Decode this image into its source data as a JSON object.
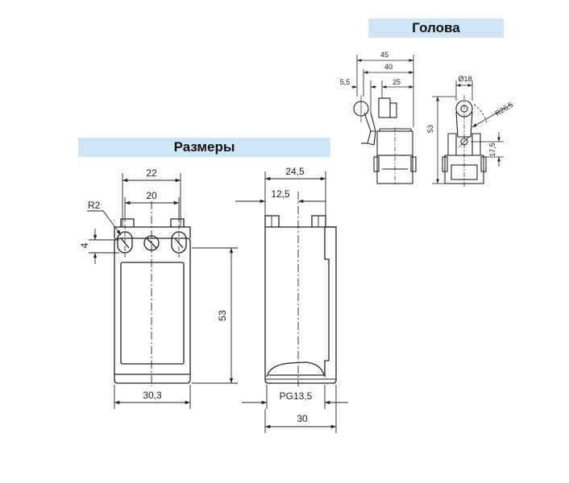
{
  "headings": {
    "head": "Голова",
    "dimensions": "Размеры"
  },
  "main_front": {
    "dim_22": "22",
    "dim_20": "20",
    "dim_r2": "R2",
    "dim_4": "4",
    "dim_53": "53",
    "dim_30_3": "30,3"
  },
  "main_side": {
    "dim_24_5": "24,5",
    "dim_12_5": "12,5",
    "dim_pg": "PG13,5",
    "dim_30": "30"
  },
  "head_side": {
    "dim_45": "45",
    "dim_40": "40",
    "dim_5_5": "5,5",
    "dim_25": "25"
  },
  "head_front": {
    "dim_d18": "Ø18",
    "dim_r26_5": "R26,5",
    "dim_53": "53",
    "dim_17_5": "17,5"
  },
  "colors": {
    "banner_bg": "#cfe6f7",
    "line": "#222222"
  }
}
